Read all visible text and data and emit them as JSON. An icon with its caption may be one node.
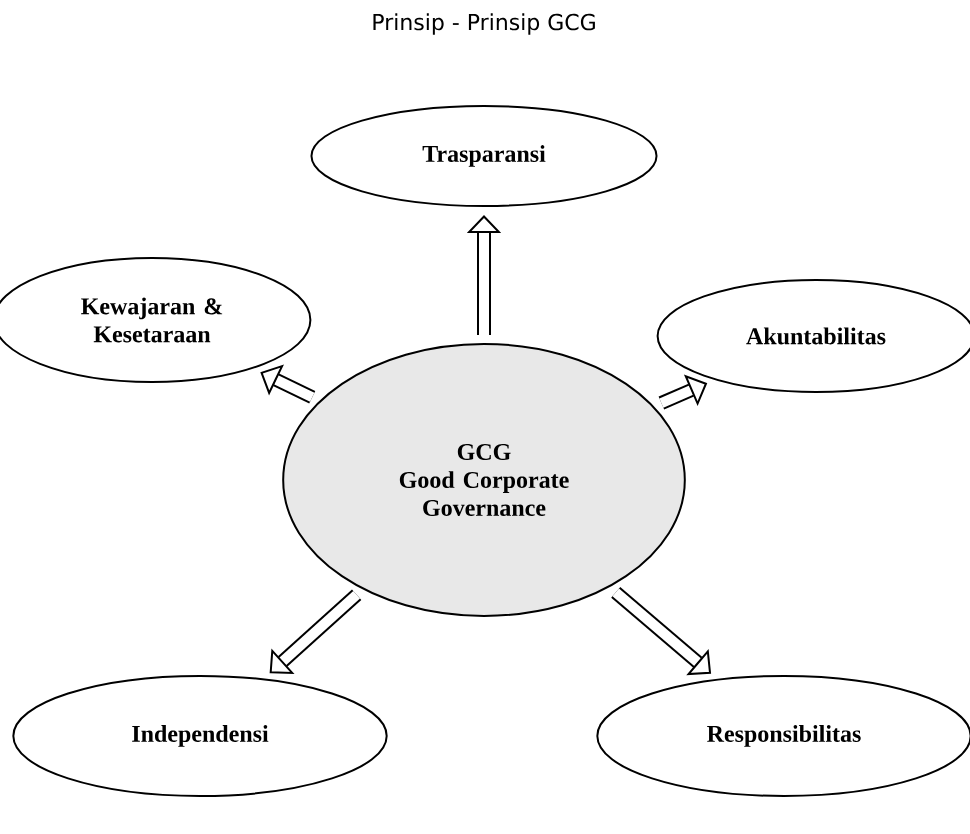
{
  "diagram": {
    "title": "Prinsip - Prinsip GCG",
    "nodes": [
      {
        "text": [
          "Trasparansi"
        ]
      },
      {
        "text": [
          "Kewajaran & Kesetaraan"
        ]
      },
      {
        "text": [
          "Akuntabilitas"
        ]
      },
      {
        "text": [
          "GCG",
          "Good Corporate Governance"
        ]
      },
      {
        "text": [
          "Independensi"
        ]
      },
      {
        "text": [
          "Responsibilitas"
        ]
      }
    ],
    "edges": [
      {
        "from": 3,
        "to": 0,
        "arrow": "to"
      },
      {
        "from": 3,
        "to": 1,
        "arrow": "to"
      },
      {
        "from": 3,
        "to": 2,
        "arrow": "to"
      },
      {
        "from": 3,
        "to": 4,
        "arrow": "to"
      },
      {
        "from": 3,
        "to": 5,
        "arrow": "to"
      }
    ]
  }
}
